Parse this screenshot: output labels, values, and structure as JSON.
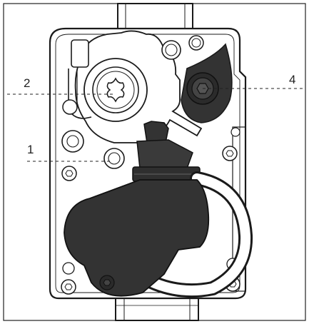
{
  "diagram": {
    "callouts": [
      {
        "id": "callout-1",
        "label": "1"
      },
      {
        "id": "callout-2",
        "label": "2"
      },
      {
        "id": "callout-4",
        "label": "4"
      }
    ],
    "colors": {
      "line": "#1a1a1a",
      "dark_part": "#333333",
      "body": "#ffffff",
      "background": "#ffffff"
    }
  }
}
